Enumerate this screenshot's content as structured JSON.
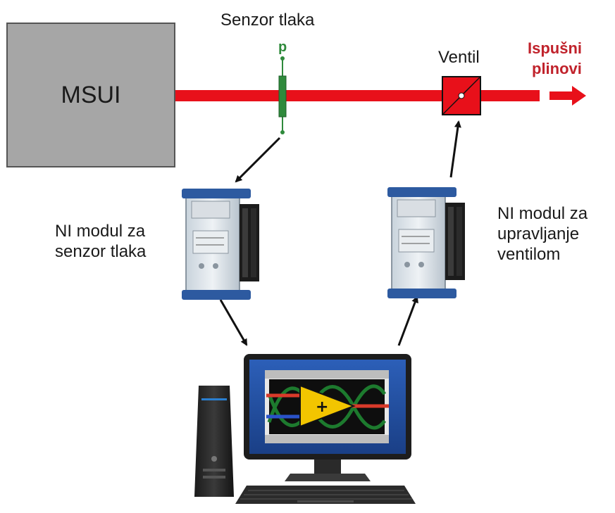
{
  "engine": {
    "label": "MSUI"
  },
  "pressure_sensor": {
    "title": "Senzor tlaka",
    "symbol": "p"
  },
  "valve": {
    "title": "Ventil"
  },
  "exhaust": {
    "line1": "Ispušni",
    "line2": "plinovi"
  },
  "ni_module_sensor": {
    "line1": "NI modul za",
    "line2": "senzor tlaka"
  },
  "ni_module_valve": {
    "line1": "NI modul za",
    "line2": "upravljanje",
    "line3": "ventilom"
  },
  "colors": {
    "pipe": "#e8101a",
    "valve_fill": "#e8101a",
    "sensor": "#2f8a3c",
    "engine_fill": "#a6a6a6",
    "exhaust_text": "#c0222b"
  }
}
